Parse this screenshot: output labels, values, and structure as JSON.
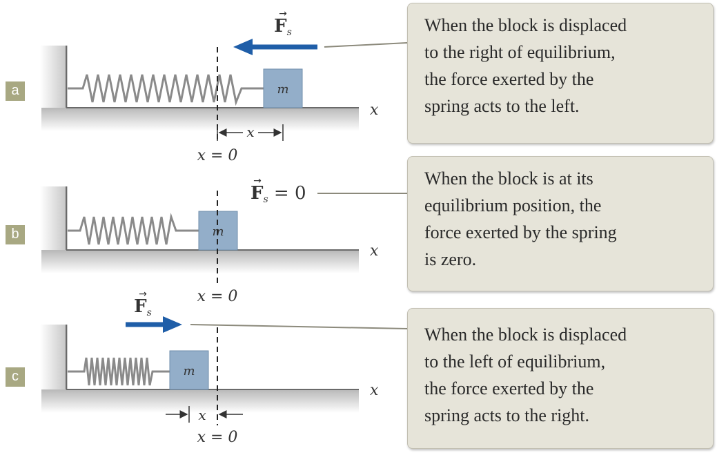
{
  "panels": [
    {
      "tag": "a",
      "mass_label": "m",
      "force_symbol": "F",
      "force_subscript": "s",
      "force_suffix": "",
      "axis_label": "x",
      "origin_label": "x = 0",
      "displacement_label": "x",
      "callout_lines": [
        "When the block is displaced",
        "to the right of equilibrium,",
        "the force exerted by the",
        "spring acts to the left."
      ]
    },
    {
      "tag": "b",
      "mass_label": "m",
      "force_symbol": "F",
      "force_subscript": "s",
      "force_suffix": " = 0",
      "axis_label": "x",
      "origin_label": "x = 0",
      "callout_lines": [
        "When the block is at its",
        "equilibrium position, the",
        "force exerted by the spring",
        "is zero."
      ]
    },
    {
      "tag": "c",
      "mass_label": "m",
      "force_symbol": "F",
      "force_subscript": "s",
      "force_suffix": "",
      "axis_label": "x",
      "origin_label": "x = 0",
      "displacement_label": "x",
      "callout_lines": [
        "When the block is displaced",
        "to the left of equilibrium,",
        "the force exerted by the",
        "spring acts to the right."
      ]
    }
  ],
  "colors": {
    "block": "#93aec9",
    "block_border": "#6f8eab",
    "force_arrow": "#1f5ea8",
    "spring": "#8a8a8a",
    "callout_bg": "#e6e4d9",
    "tag_bg": "#a8a882"
  }
}
